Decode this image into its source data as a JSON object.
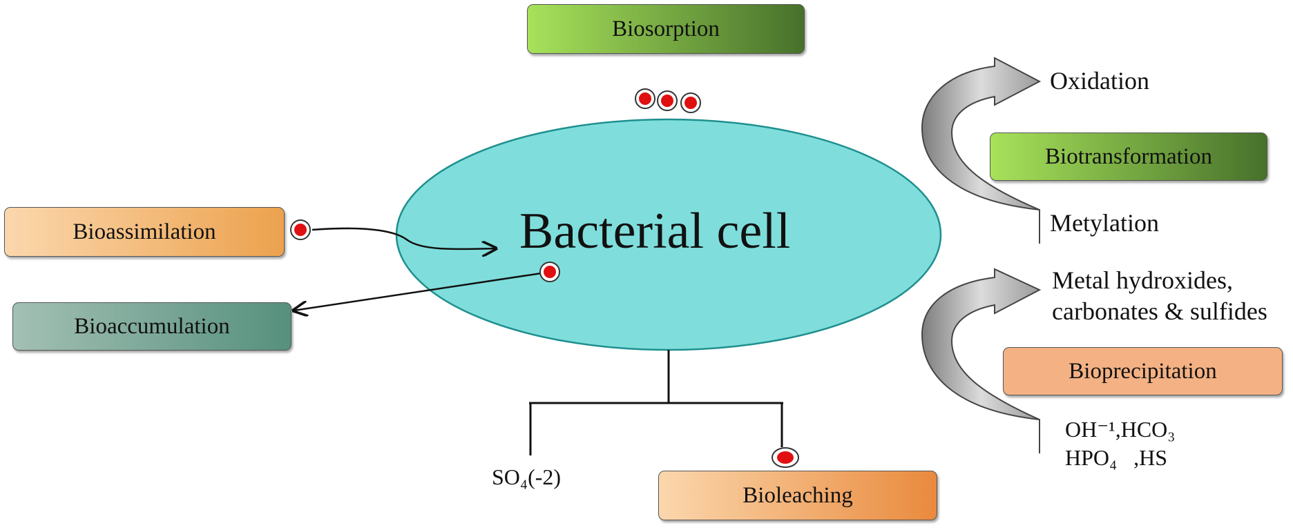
{
  "center": {
    "label": "Bacterial cell"
  },
  "processes": {
    "biosorption": "Biosorption",
    "biotransformation": "Biotransformation",
    "bioassimilation": "Bioassimilation",
    "bioaccumulation": "Bioaccumulation",
    "bioprecipitation": "Bioprecipitation",
    "bioleaching": "Bioleaching"
  },
  "biotransformation_outputs": {
    "top": "Oxidation",
    "bottom": "Metylation"
  },
  "bioprecipitation_outputs": {
    "products_line1": "Metal hydroxides,",
    "products_line2": "carbonates & sulfides",
    "inputs_line1": "OH⁻¹,HCO₃",
    "inputs_line2": "HPO₄   ,HS"
  },
  "bioleaching_output": "SO₄(-2)",
  "colors": {
    "cell_fill": "#7fdedb",
    "metal_ion": "#e01010",
    "arrow_gray": "#9a9a9a"
  }
}
